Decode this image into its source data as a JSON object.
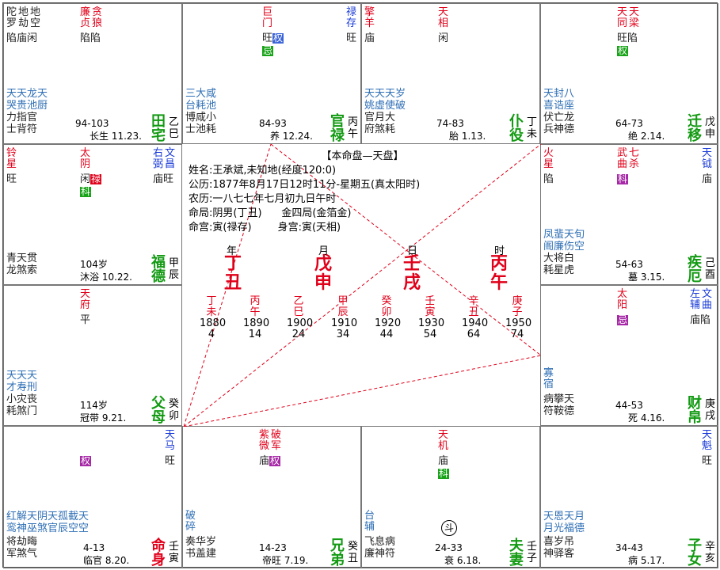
{
  "palaces": [
    {
      "id": "si",
      "stars_major": [
        {
          "text": "廉\n贞",
          "cls": "red"
        },
        {
          "text": "贪\n狼",
          "cls": "red"
        }
      ],
      "brightness": "陷陷",
      "stars_left": [
        {
          "text": "陀\n罗\n陷",
          "cls": "dk"
        },
        {
          "text": "地\n劫\n庙",
          "cls": "dk"
        },
        {
          "text": "地\n空\n闲",
          "cls": "dk"
        }
      ],
      "minor": "天天龙天\n哭贵池厨",
      "gods": "力指官\n士背符",
      "range": "94-103",
      "stage": "长生 11.23.",
      "name": "田\n宅",
      "stem": "乙\n巳"
    },
    {
      "id": "wu",
      "top": "巨\n门",
      "top2": "禄\n存",
      "bright": "旺",
      "badge": "权",
      "badge2": "忌",
      "minor": "三大咸\n台耗池",
      "gods": "博咸小\n士池耗",
      "range": "84-93",
      "stage": "养 12.24.",
      "name": "官\n禄",
      "stem": "丙\n午"
    },
    {
      "id": "wei",
      "left": "擎\n羊\n庙",
      "top": "天\n相",
      "bright": "闲",
      "minor": "天天天岁\n姚虚使破",
      "gods": "官月大\n府煞耗",
      "range": "74-83",
      "stage": "胎 1.13.",
      "name": "仆\n役",
      "stem": "丁\n未"
    },
    {
      "id": "shen",
      "top": "天\n同",
      "top2": "天\n梁",
      "bright": "旺陷",
      "badge": "权",
      "minor": "天封八\n喜诰座",
      "gods": "伏亡龙\n兵神德",
      "range": "64-73",
      "stage": "绝 2.14.",
      "name": "迁\n移",
      "stem": "戊\n申"
    },
    {
      "id": "chen",
      "left": "铃\n星\n旺",
      "top": "太\n阴",
      "bright": "闲",
      "badge": "科",
      "badge2": "禄",
      "right1": "右\n弼",
      "right2": "文\n昌",
      "rbright": "庙旺",
      "minor": "",
      "gods": "青天贯\n龙煞索",
      "range": "104岁",
      "stage": "沐浴 10.22.",
      "name": "福\n德",
      "stem": "甲\n辰"
    },
    {
      "id": "you",
      "left": "火\n星\n陷",
      "top": "武\n曲",
      "top2": "七\n杀",
      "badge": "科",
      "right1": "天\n钺",
      "rbright": "庙",
      "minor": "凤蜚天旬\n阁廉伤空",
      "gods": "大将白\n耗星虎",
      "range": "54-63",
      "stage": "墓 3.15.",
      "name": "疾\n厄",
      "stem": "己\n酉"
    },
    {
      "id": "mao",
      "top": "天\n府",
      "bright": "平",
      "minor": "天天天\n才寿刑",
      "gods": "小灾丧\n耗煞门",
      "range": "114岁",
      "stage": "冠带 9.21.",
      "name": "父\n母",
      "stem": "癸\n卯"
    },
    {
      "id": "xu",
      "top": "太\n阳",
      "badge": "忌",
      "right1": "左\n辅",
      "right2": "文\n曲",
      "rbright": "庙陷",
      "minor": "寡\n宿",
      "gods": "病攀天\n符鞍德",
      "range": "44-53",
      "stage": "死 4.16.",
      "name": "财\n帛",
      "stem": "庚\n戌"
    },
    {
      "id": "yin",
      "top": "天\n马",
      "bright": "旺",
      "badge": "权",
      "minor": "红解天阴天孤截天\n鸾神巫煞官辰空空",
      "gods": "将劫晦\n军煞气",
      "range": "4-13",
      "stage": "临官 8.20.",
      "name": "命\n身",
      "stem": "壬\n寅"
    },
    {
      "id": "chou",
      "top": "紫\n微",
      "top2": "破\n军",
      "bright": "庙",
      "badge": "权",
      "minor": "破\n碎",
      "gods": "奏华岁\n书盖建",
      "range": "14-23",
      "stage": "帝旺 7.19.",
      "name": "兄\n弟",
      "stem": "癸\n丑"
    },
    {
      "id": "zi",
      "top": "天\n机",
      "bright": "庙",
      "badge": "科",
      "left2": "台\n辅",
      "minor": "",
      "gods": "飞息病\n廉神符",
      "range": "24-33",
      "stage": "衰 6.18.",
      "name": "夫\n妻",
      "stem": "壬\n子",
      "dou": "斗"
    },
    {
      "id": "hai",
      "top": "天\n魁",
      "bright": "旺",
      "minor": "天恩天月\n月光福德",
      "gods": "喜岁吊\n神驿客",
      "range": "34-43",
      "stage": "病 5.17.",
      "name": "子\n女",
      "stem": "辛\n亥"
    }
  ],
  "center": {
    "title": "【本命盘—天盘】",
    "lines": [
      "姓名:王承斌,未知地(经度120:0)",
      "公历:1877年8月17日12时11分-星期五(真太阳时)",
      "农历:一八七七年七月初九日午时",
      "命局:阴男(丁丑)      金四局(金箔金)",
      "命宫:寅(禄存)        身宫:寅(天相)"
    ],
    "pillar_labels": [
      "年",
      "月",
      "日",
      "时"
    ],
    "pillars": [
      [
        "丁",
        "丑"
      ],
      [
        "戊",
        "申"
      ],
      [
        "壬",
        "戌"
      ],
      [
        "丙",
        "午"
      ]
    ],
    "decades": [
      {
        "stem": "丁",
        "branch": "未",
        "year": "1880",
        "age": "4"
      },
      {
        "stem": "丙",
        "branch": "午",
        "year": "1890",
        "age": "14"
      },
      {
        "stem": "乙",
        "branch": "巳",
        "year": "1900",
        "age": "24"
      },
      {
        "stem": "甲",
        "branch": "辰",
        "year": "1910",
        "age": "34"
      },
      {
        "stem": "癸",
        "branch": "卯",
        "year": "1920",
        "age": "44"
      },
      {
        "stem": "壬",
        "branch": "寅",
        "year": "1930",
        "age": "54"
      },
      {
        "stem": "辛",
        "branch": "丑",
        "year": "1940",
        "age": "64"
      },
      {
        "stem": "庚",
        "branch": "子",
        "year": "1950",
        "age": "74"
      }
    ]
  }
}
